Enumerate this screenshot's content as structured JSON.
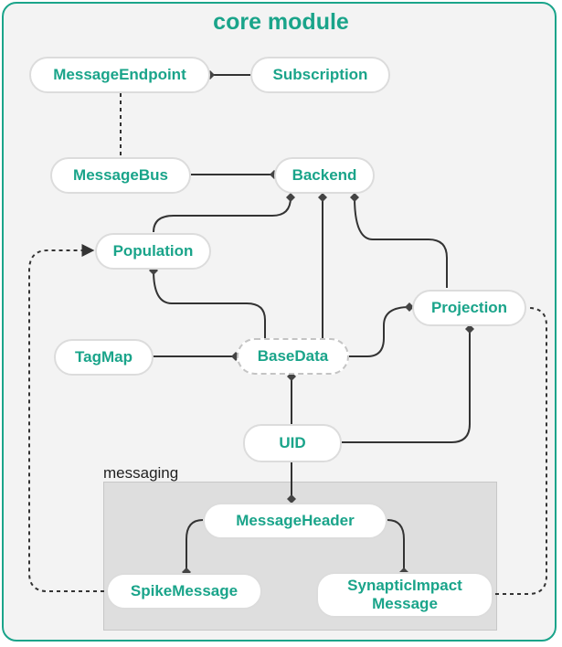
{
  "title": "core module",
  "group": {
    "label": "messaging"
  },
  "nodes": {
    "message_endpoint": "MessageEndpoint",
    "subscription": "Subscription",
    "message_bus": "MessageBus",
    "backend": "Backend",
    "population": "Population",
    "projection": "Projection",
    "tagmap": "TagMap",
    "basedata": "BaseData",
    "uid": "UID",
    "message_header": "MessageHeader",
    "spike_message": "SpikeMessage",
    "synaptic_impact_message": "SynapticImpact\nMessage"
  },
  "colors": {
    "accent": "#1aa48a",
    "edge": "#333333",
    "panel": "#f3f3f3",
    "group": "#dedede"
  }
}
